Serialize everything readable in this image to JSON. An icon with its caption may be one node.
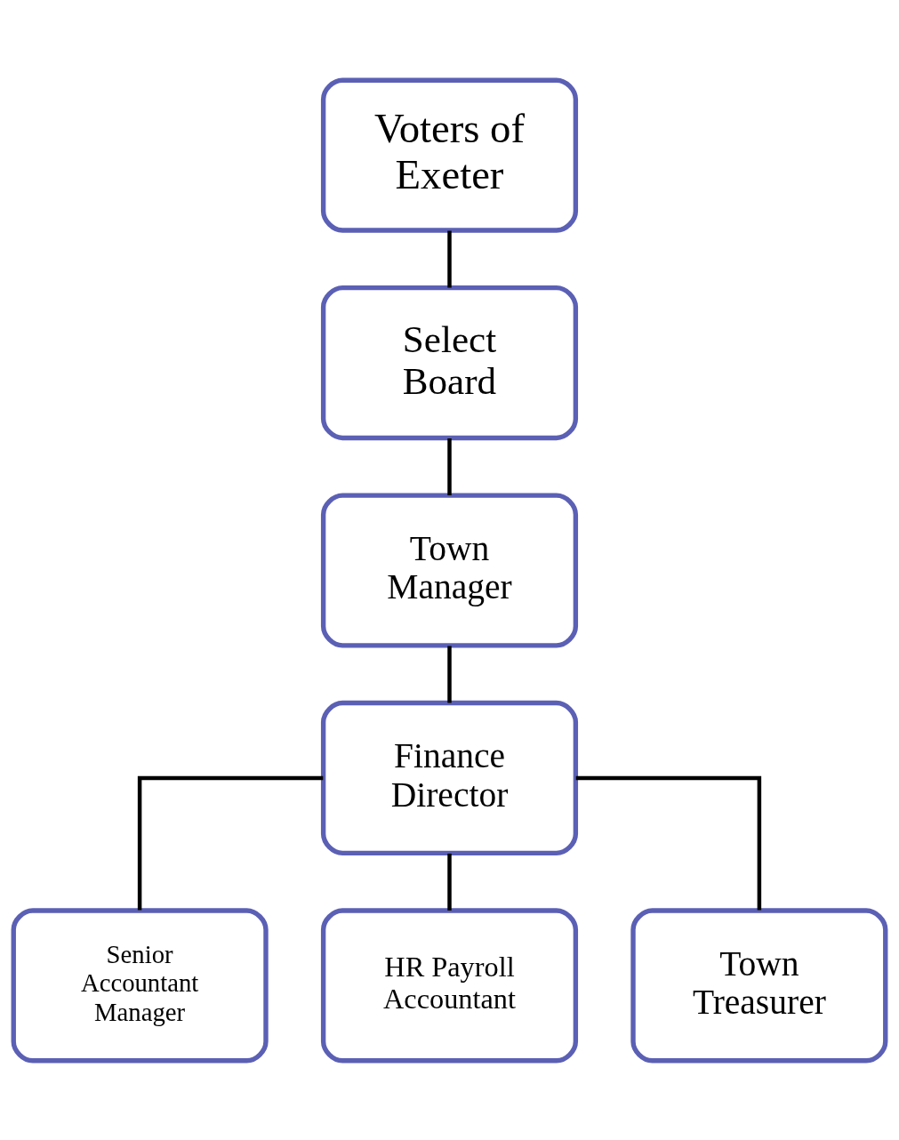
{
  "diagram": {
    "nodes": [
      {
        "text": [
          "Voters of Exeter"
        ]
      },
      {
        "text": [
          "Select Board"
        ]
      },
      {
        "text": [
          "Town Manager"
        ]
      },
      {
        "text": [
          "Finance Director"
        ]
      },
      {
        "text": [
          "Senior Accountant Manager"
        ]
      },
      {
        "text": [
          "HR Payroll Accountant"
        ]
      },
      {
        "text": [
          "Town Treasurer"
        ]
      }
    ],
    "edges": [
      {
        "from": 0,
        "to": 1,
        "arrow": "none"
      },
      {
        "from": 1,
        "to": 2,
        "arrow": "none"
      },
      {
        "from": 2,
        "to": 3,
        "arrow": "none"
      },
      {
        "from": 3,
        "to": 4,
        "arrow": "none"
      },
      {
        "from": 3,
        "to": 5,
        "arrow": "none"
      },
      {
        "from": 3,
        "to": 6,
        "arrow": "none"
      }
    ]
  }
}
